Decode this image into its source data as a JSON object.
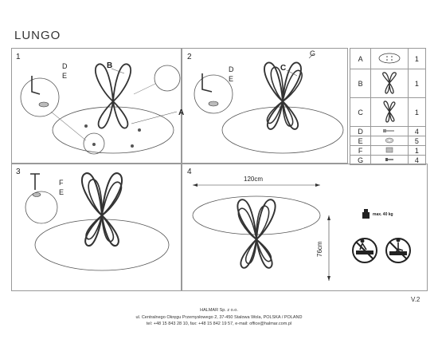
{
  "doc": {
    "title": "LUNGO",
    "version": "V.2"
  },
  "steps": [
    {
      "number": "1",
      "labels": {
        "D": "D",
        "E": "E",
        "B": "B",
        "A": "A"
      }
    },
    {
      "number": "2",
      "labels": {
        "D": "D",
        "E": "E",
        "C": "C",
        "G": "G"
      }
    },
    {
      "number": "3",
      "labels": {
        "F": "F",
        "E": "E"
      }
    },
    {
      "number": "4"
    }
  ],
  "dimensions": {
    "width": "120cm",
    "height": "76cm"
  },
  "load": {
    "max": "max. 40 kg"
  },
  "parts": [
    {
      "key": "A",
      "qty": "1",
      "icon": "glass-top-icon"
    },
    {
      "key": "B",
      "qty": "1",
      "icon": "leg-frame-b-icon"
    },
    {
      "key": "C",
      "qty": "1",
      "icon": "leg-frame-c-icon"
    },
    {
      "key": "D",
      "qty": "4",
      "icon": "screw-icon"
    },
    {
      "key": "E",
      "qty": "5",
      "icon": "washer-icon"
    },
    {
      "key": "F",
      "qty": "1",
      "icon": "nut-icon"
    },
    {
      "key": "G",
      "qty": "4",
      "icon": "bolt-icon"
    }
  ],
  "footer": {
    "line1": "HALMAR Sp. z o.o.",
    "line2": "ul. Centralnego Okręgu Przemysłowego 2, 37-450 Stalowa Wola, POLSKA / POLAND",
    "line3": "tel: +48 15 843 28 10, fax: +48 15 842 19 57, e-mail: office@halmar.com.pl"
  }
}
